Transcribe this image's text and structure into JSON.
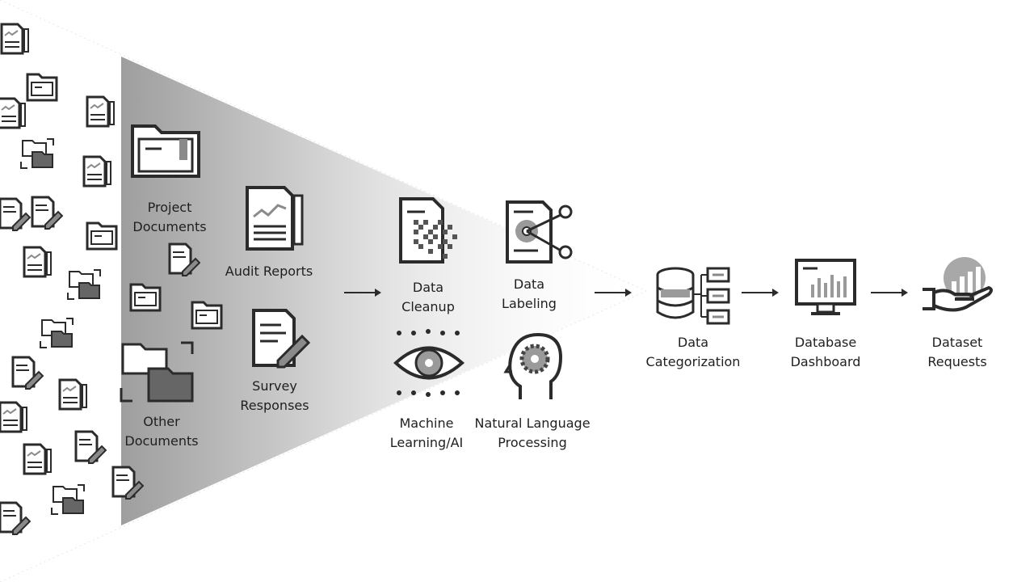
{
  "sources": {
    "project_documents": [
      "Project",
      "Documents"
    ],
    "audit_reports": [
      "Audit Reports"
    ],
    "survey_responses": [
      "Survey",
      "Responses"
    ],
    "other_documents": [
      "Other",
      "Documents"
    ]
  },
  "processing": {
    "data_cleanup": [
      "Data",
      "Cleanup"
    ],
    "data_labeling": [
      "Data",
      "Labeling"
    ],
    "machine_learning": [
      "Machine",
      "Learning/AI"
    ],
    "nlp": [
      "Natural Language",
      "Processing"
    ]
  },
  "outputs": {
    "data_categorization": [
      "Data",
      "Categorization"
    ],
    "database_dashboard": [
      "Database",
      "Dashboard"
    ],
    "dataset_requests": [
      "Dataset",
      "Requests"
    ]
  },
  "colors": {
    "icon_dark": "#2b2b2b",
    "icon_gray": "#8a8a8a",
    "funnel_dark": "#bdbdbd",
    "funnel_light": "#ffffff"
  }
}
